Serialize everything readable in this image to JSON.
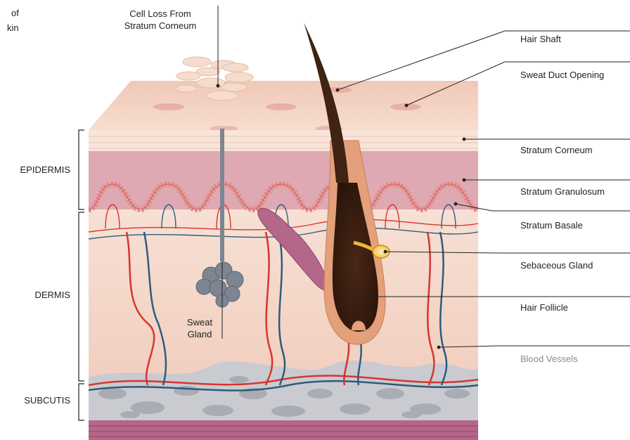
{
  "title_fragment": {
    "line1": "of",
    "line2": "kin"
  },
  "layers": {
    "epidermis": "EPIDERMIS",
    "dermis": "DERMIS",
    "subcutis": "SUBCUTIS"
  },
  "callouts": {
    "cell_loss_line1": "Cell Loss From",
    "cell_loss_line2": "Stratum Corneum",
    "sweat_gland_line1": "Sweat",
    "sweat_gland_line2": "Gland",
    "hair_shaft": "Hair Shaft",
    "sweat_duct_opening": "Sweat Duct Opening",
    "stratum_corneum": "Stratum Corneum",
    "stratum_granulosum": "Stratum Granulosum",
    "stratum_basale": "Stratum Basale",
    "sebaceous_gland": "Sebaceous Gland",
    "hair_follicle": "Hair Follicle",
    "blood_vessels": "Blood Vessels"
  },
  "colors": {
    "skin_surface": "#f3cfc2",
    "epidermis_pink": "#dea9b3",
    "dermis": "#f7ddd0",
    "subcutis_fat": "#c7c9ce",
    "muscle": "#b5678a",
    "artery_red": "#d8342f",
    "vein_blue": "#2e5b7c",
    "hair_brown": "#3f2313",
    "gland_yellow": "#f2b533",
    "muted_label": "#8a8a8a"
  }
}
